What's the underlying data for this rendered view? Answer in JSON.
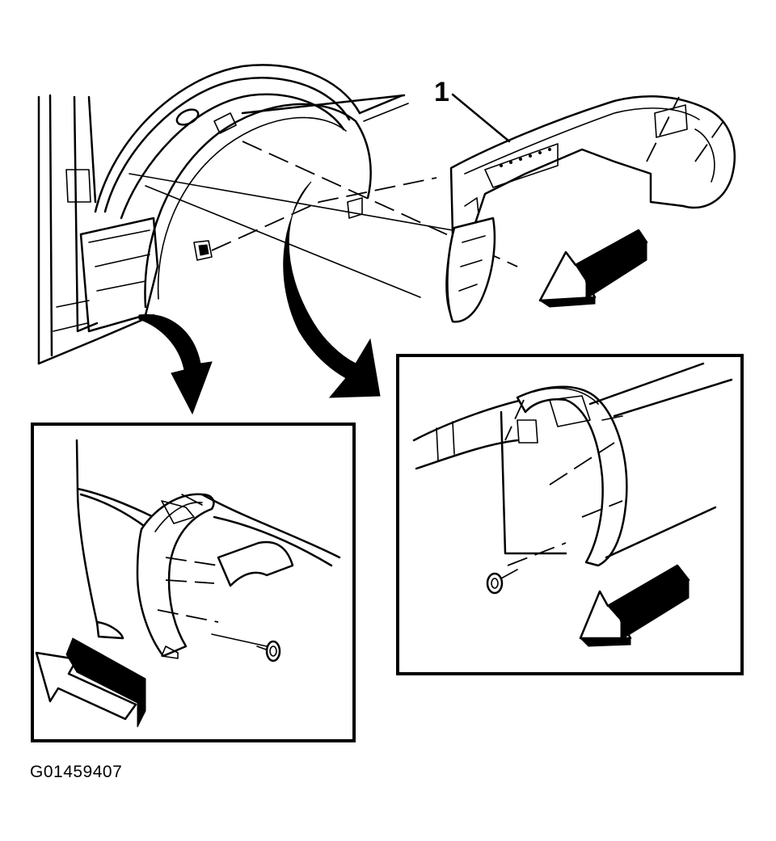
{
  "callout": {
    "number": "1"
  },
  "figure_id": "G01459407",
  "icons": [
    "wheelhouse-liner-part",
    "direction-arrow",
    "fastener-pushpin",
    "detail-view-arrow"
  ],
  "colors": {
    "line": "#000000",
    "background": "#ffffff"
  }
}
